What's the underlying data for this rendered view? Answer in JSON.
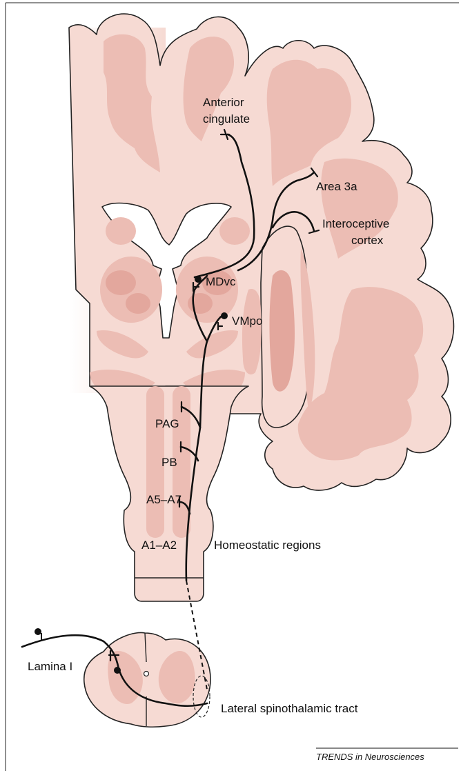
{
  "labels": {
    "anterior_cingulate_line1": "Anterior",
    "anterior_cingulate_line2": "cingulate",
    "area_3a": "Area 3a",
    "interoceptive_line1": "Interoceptive",
    "interoceptive_line2": "cortex",
    "mdvc": "MDvc",
    "vmpo": "VMpo",
    "pag": "PAG",
    "pb": "PB",
    "a5_a7": "A5–A7",
    "a1_a2": "A1–A2",
    "homeostatic_regions": "Homeostatic regions",
    "lamina_i": "Lamina I",
    "lateral_spinothalamic_tract": "Lateral spinothalamic tract"
  },
  "credit": "TRENDS in Neurosciences",
  "colors": {
    "tissue": "#f6dad3",
    "gray_matter": "#ecbdb4",
    "nuclei": "#e3a79d",
    "pathway": "#111111"
  }
}
